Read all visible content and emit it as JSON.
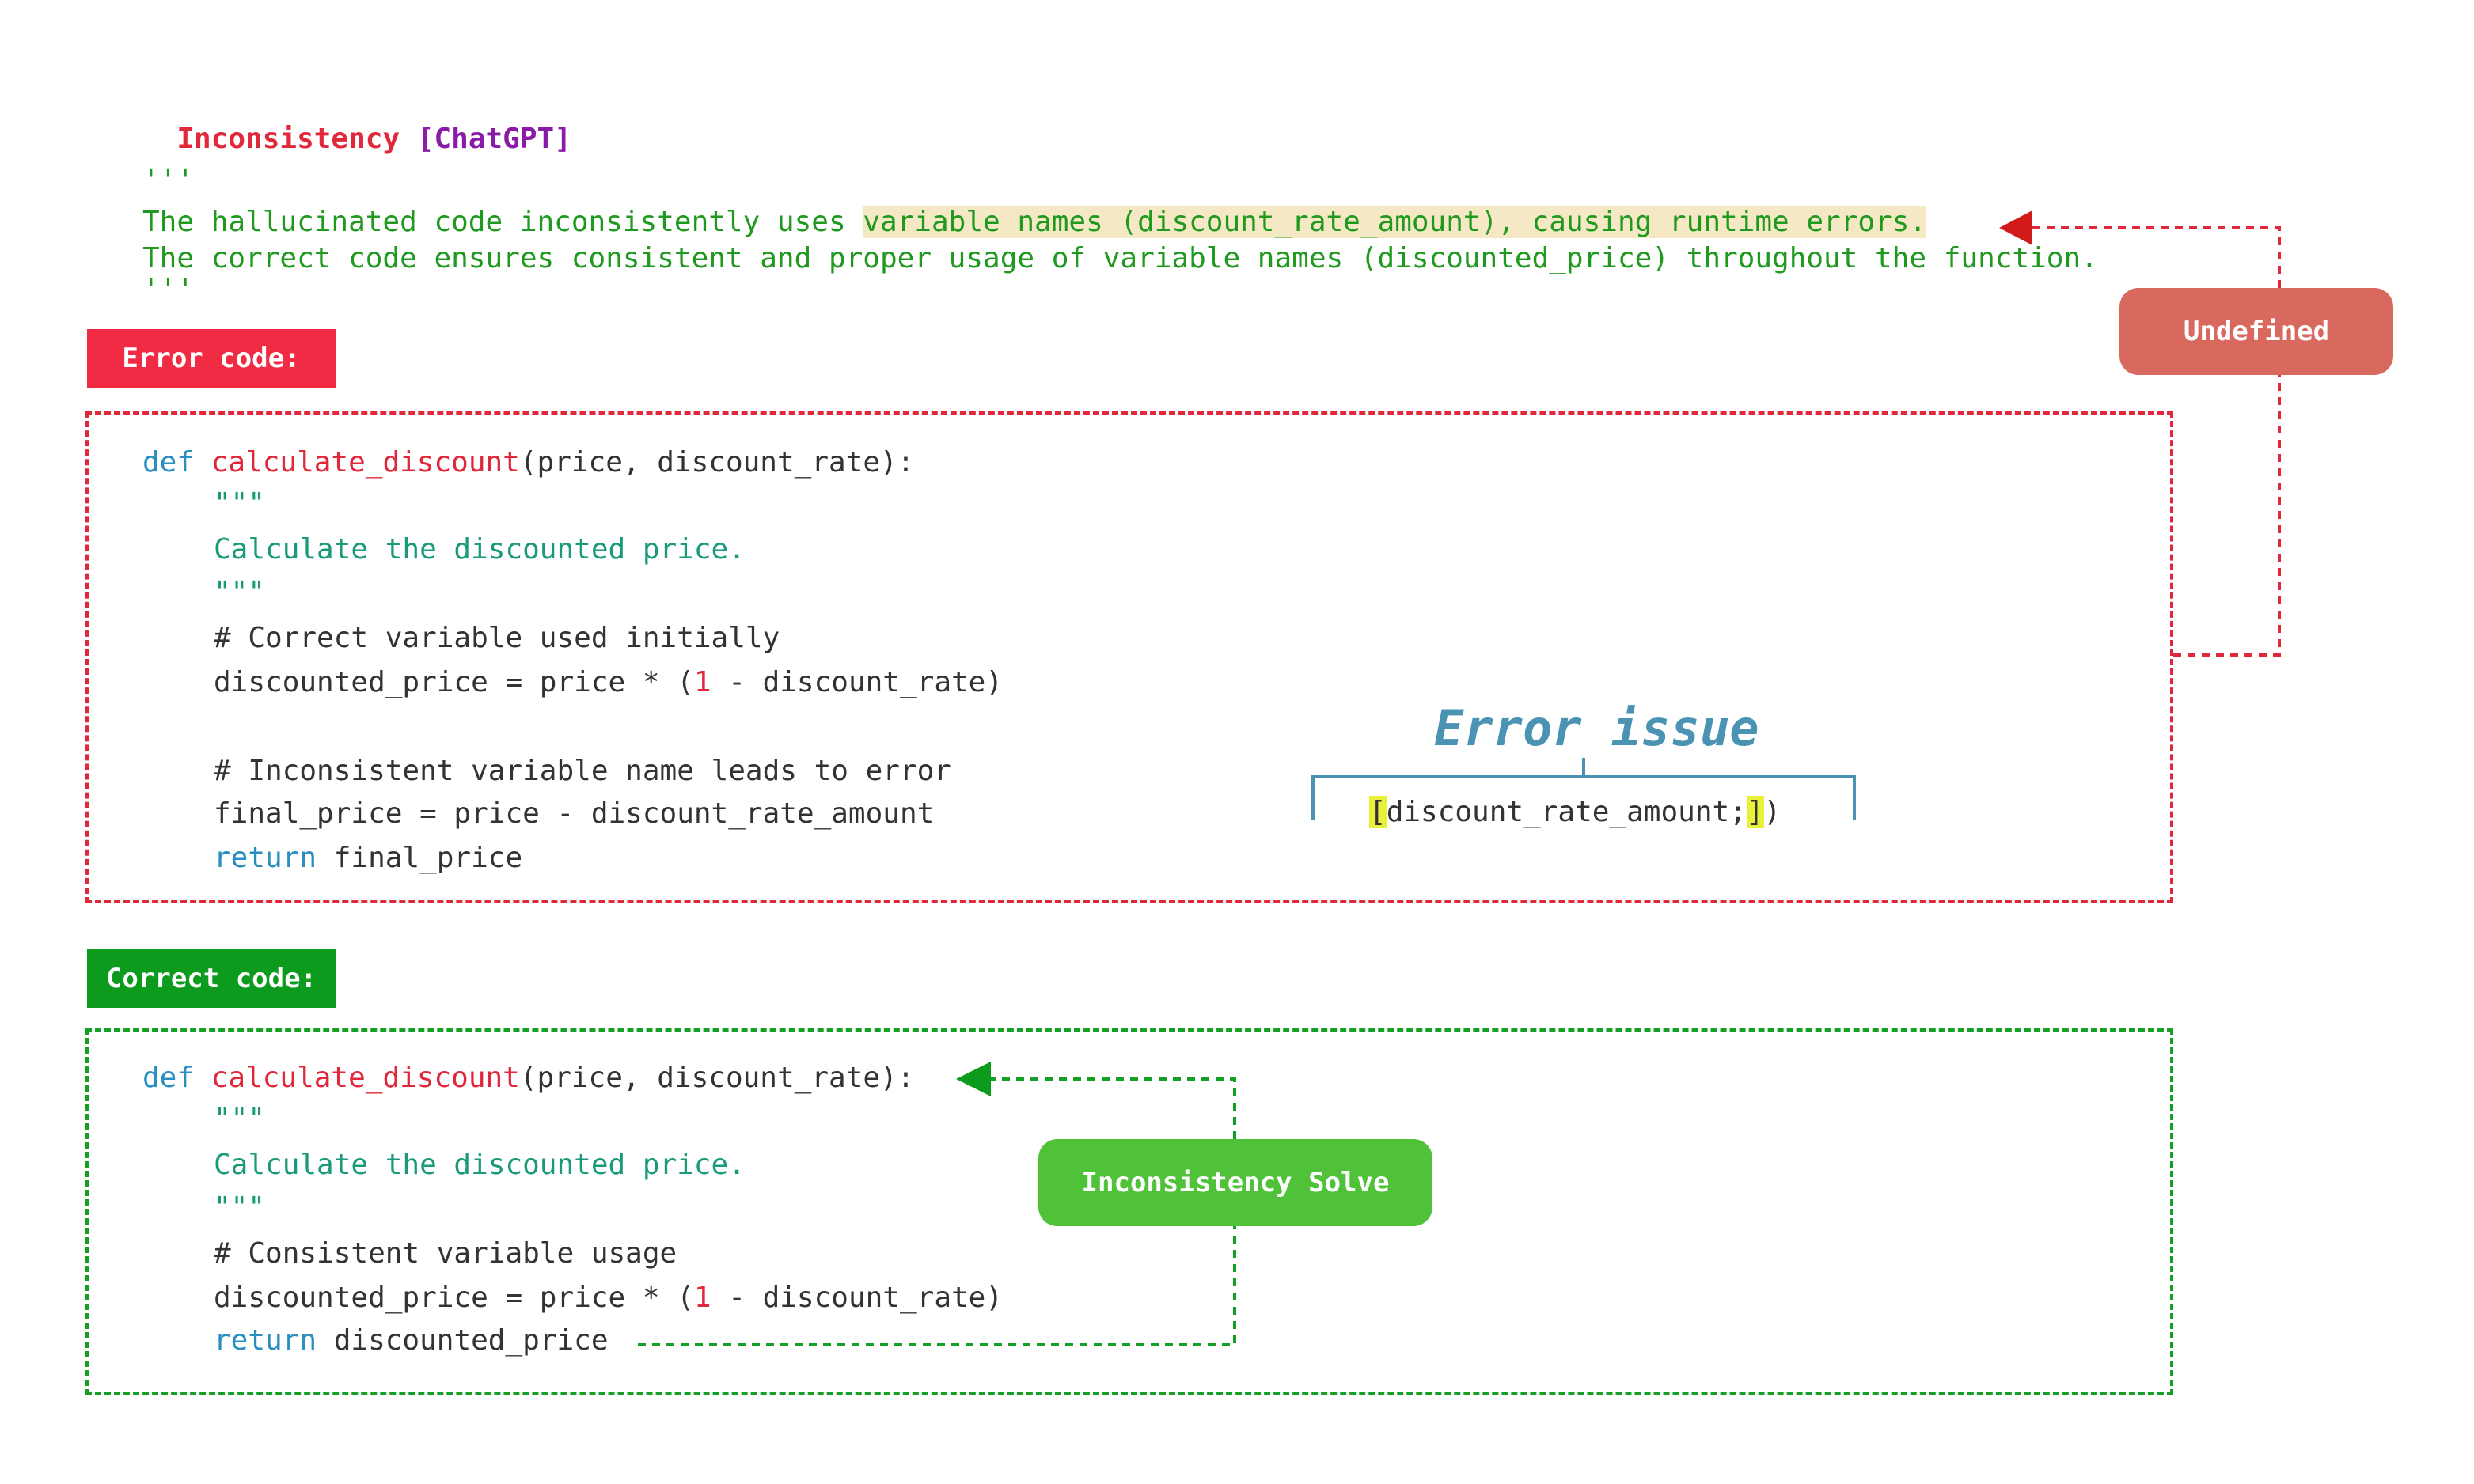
{
  "header": {
    "category": "Inconsistency",
    "source": "[ChatGPT]"
  },
  "description": {
    "open_quote": "'''",
    "line1_plain": "The hallucinated code inconsistently uses ",
    "line1_highlight": "variable names (discount_rate_amount), causing runtime errors.",
    "line2": "The correct code ensures consistent and proper usage of variable names (discounted_price) throughout the function.",
    "close_quote": "'''"
  },
  "error_section": {
    "label": "Error code:",
    "code": {
      "def_kw": "def",
      "fn_name": "calculate_discount",
      "params": "(price, discount_rate):",
      "doc_open": "\"\"\"",
      "doc_text": "Calculate the discounted price.",
      "doc_close": "\"\"\"",
      "comment1": "# Correct variable used initially",
      "line_disc_a": "discounted_price = price * (",
      "line_disc_num": "1",
      "line_disc_b": " - discount_rate)",
      "comment2": "# Inconsistent variable name leads to error",
      "line_final": "final_price = price - discount_rate_amount",
      "return_kw": "return",
      "return_val": " final_price"
    },
    "callout": {
      "title": "Error issue",
      "open_bracket": "[",
      "text": "discount_rate_amount;",
      "close_bracket": "]",
      "tail": ")"
    },
    "tag": "Undefined"
  },
  "correct_section": {
    "label": "Correct code:",
    "code": {
      "def_kw": "def",
      "fn_name": "calculate_discount",
      "params": "(price, discount_rate):",
      "doc_open": "\"\"\"",
      "doc_text": "Calculate the discounted price.",
      "doc_close": "\"\"\"",
      "comment1": "# Consistent variable usage",
      "line_disc_a": "discounted_price = price * (",
      "line_disc_num": "1",
      "line_disc_b": " - discount_rate)",
      "return_kw": "return",
      "return_val": " discounted_price"
    },
    "tag": "Inconsistency Solve"
  },
  "colors": {
    "error_red": "#e0283a",
    "correct_green": "#13a024",
    "undefined_pill": "#d9685e",
    "solve_pill": "#4fc23a",
    "callout_blue": "#4a93b3"
  }
}
